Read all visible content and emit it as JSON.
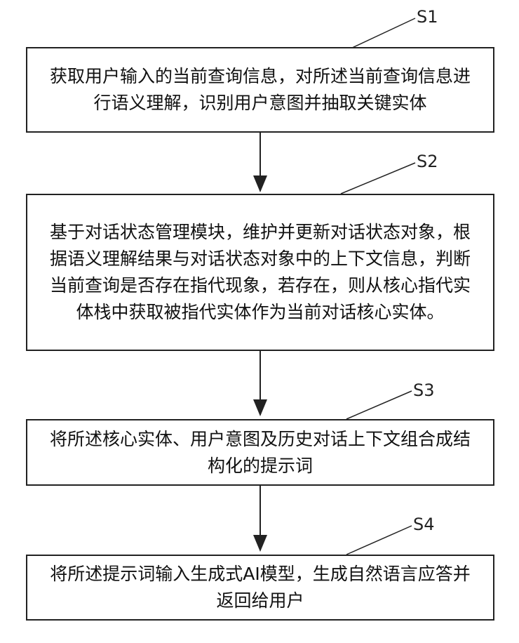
{
  "steps": [
    {
      "label": "S1",
      "text": "获取用户输入的当前查询信息，对所述当前查询信息进行语义理解，识别用户意图并抽取关键实体"
    },
    {
      "label": "S2",
      "text": "基于对话状态管理模块，维护并更新对话状态对象，根据语义理解结果与对话状态对象中的上下文信息，判断当前查询是否存在指代现象，若存在，则从核心指代实体栈中获取被指代实体作为当前对话核心实体。"
    },
    {
      "label": "S3",
      "text": "将所述核心实体、用户意图及历史对话上下文组合成结构化的提示词"
    },
    {
      "label": "S4",
      "text": "将所述提示词输入生成式AI模型，生成自然语言应答并返回给用户"
    }
  ]
}
